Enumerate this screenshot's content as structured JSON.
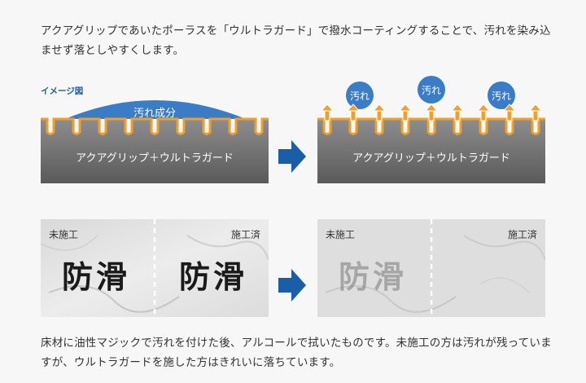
{
  "intro": "アクアグリップであいたポーラスを「ウルトラガード」で撥水コーティングすることで、汚れを染み込ませず落としやすくします。",
  "diagram": {
    "image_label": "イメージ図",
    "before_blob_label": "汚れ成分",
    "floor_label": "アクアグリップ＋ウルトラガード",
    "after_bubble_label": "汚れ",
    "colors": {
      "accent_blue": "#1a5ea8",
      "bubble_blue": "#3a7dc6",
      "coating_orange": "#f0a02a",
      "arrow_blue": "#1a5ea8"
    }
  },
  "photos": {
    "untreated_label": "未施工",
    "treated_label": "施工済",
    "stain_text": "防滑"
  },
  "caption": "床材に油性マジックで汚れを付けた後、アルコールで拭いたものです。未施工の方は汚れが残っていますが、ウルトラガードを施した方はきれいに落ちています。"
}
